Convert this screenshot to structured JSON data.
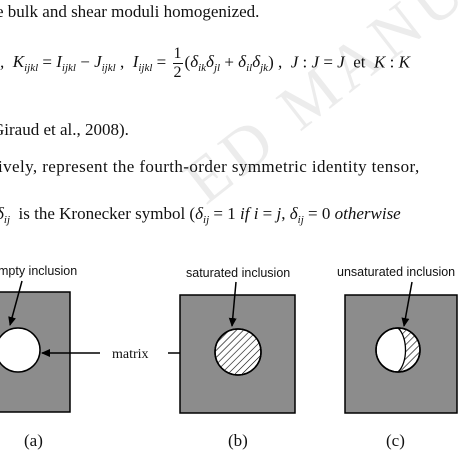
{
  "watermark_text": "ED MANUSCRIPT",
  "text": {
    "line1": "e bulk and shear moduli homogenized.",
    "line2_sep1": ",",
    "line2_sep2": ",",
    "line2_sep3": ",",
    "line2_et": "et",
    "line3": "Giraud et al., 2008).",
    "line4": "ively, represent the fourth-order symmetric identity tensor,",
    "line5_a": "is the Kronecker symbol (",
    "line5_if": "if",
    "line5_otherwise": "otherwise"
  },
  "figure": {
    "labels": {
      "empty": "mpty inclusion",
      "saturated": "saturated inclusion",
      "unsaturated": "unsaturated inclusion",
      "matrix": "matrix"
    },
    "captions": [
      "(a)",
      "(b)",
      "(c)"
    ]
  },
  "colors": {
    "matrix_fill": "#8c8c8c",
    "inclusion_fill": "#ffffff",
    "stroke": "#000000"
  }
}
